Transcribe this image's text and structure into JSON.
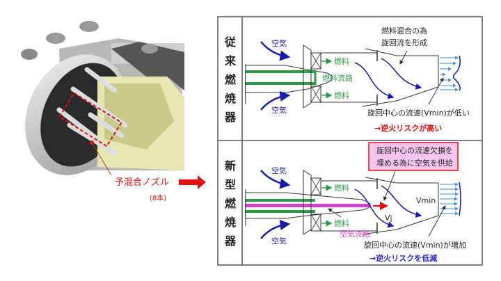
{
  "left_panel": {
    "nozzle_label": "予混合ノズル",
    "nozzle_count": "(8本)"
  },
  "conventional": {
    "title_chars": [
      "従",
      "来",
      "燃",
      "焼",
      "器"
    ],
    "air_top": "空気",
    "air_bottom": "空気",
    "fuel_top": "燃料",
    "fuel_bottom": "燃料",
    "fuel_passage": "燃料流路",
    "swirl_note_1": "燃料混合の為",
    "swirl_note_2": "旋回流を形成",
    "vmin_note": "旋回中心の流速(Vmin)が低い",
    "risk_note": "→逆火リスクが高い"
  },
  "new_type": {
    "title_chars": [
      "新",
      "型",
      "燃",
      "焼",
      "器"
    ],
    "air_top": "空気",
    "air_bottom": "空気",
    "fuel_top": "燃料",
    "fuel_bottom": "燃料",
    "air_passage": "空気流路",
    "callout_1": "旋回中心の流速欠損を",
    "callout_2": "埋める為に空気を供給",
    "vmin_label": "Vmin",
    "vj_label": "Vj",
    "vmin_note": "旋回中心の流速(Vmin)が増加",
    "risk_note": "→逆火リスクを低減"
  },
  "colors": {
    "air": "#1a1aa8",
    "fuel": "#2e9a48",
    "air_passage": "#d040c8",
    "red": "#e01010",
    "callout_bg": "#f7c6f0"
  }
}
